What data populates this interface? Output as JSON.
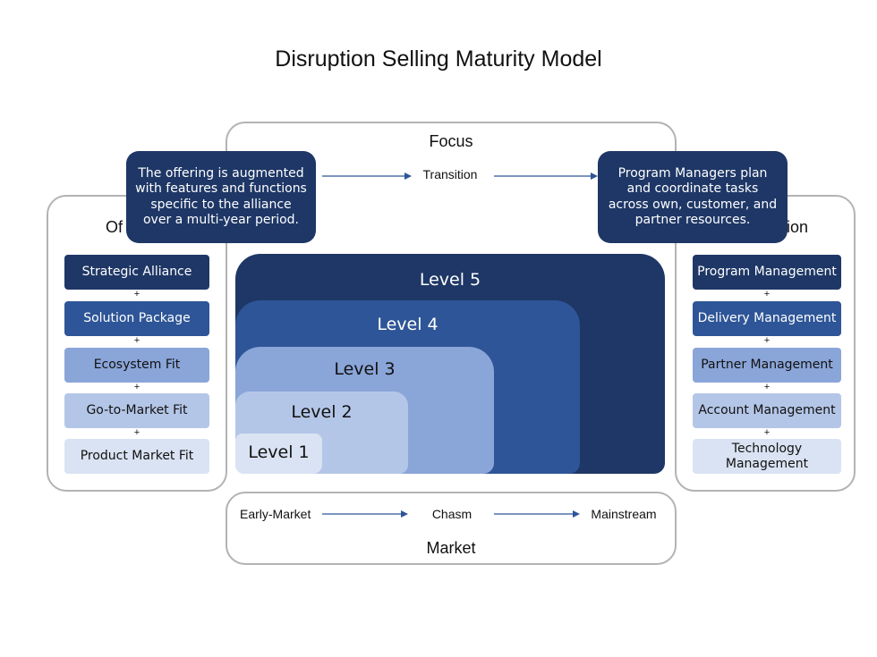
{
  "title": "Disruption Selling Maturity Model",
  "focus": {
    "label": "Focus",
    "transition": "Transition"
  },
  "market": {
    "label": "Market",
    "stages": [
      "Early-Market",
      "Chasm",
      "Mainstream"
    ]
  },
  "offering_panel": {
    "label_visible": "Of",
    "items": [
      "Strategic Alliance",
      "Solution Package",
      "Ecosystem Fit",
      "Go-to-Market Fit",
      "Product Market Fit"
    ]
  },
  "execution_panel": {
    "label_visible": "tion",
    "items": [
      "Program Management",
      "Delivery Management",
      "Partner Management",
      "Account Management",
      "Technology Management"
    ]
  },
  "callouts": {
    "left": "The offering is augmented with features and functions specific to the alliance over a multi-year period.",
    "right": "Program Managers plan and coordinate tasks across own, customer, and partner resources."
  },
  "levels": [
    "Level 5",
    "Level 4",
    "Level 3",
    "Level 2",
    "Level 1"
  ],
  "plus": "+",
  "colors": {
    "darkest": "#1e3766",
    "dark": "#2e5597",
    "medium": "#8aa5d8",
    "light": "#b4c6e7",
    "lightest": "#dae3f3"
  }
}
